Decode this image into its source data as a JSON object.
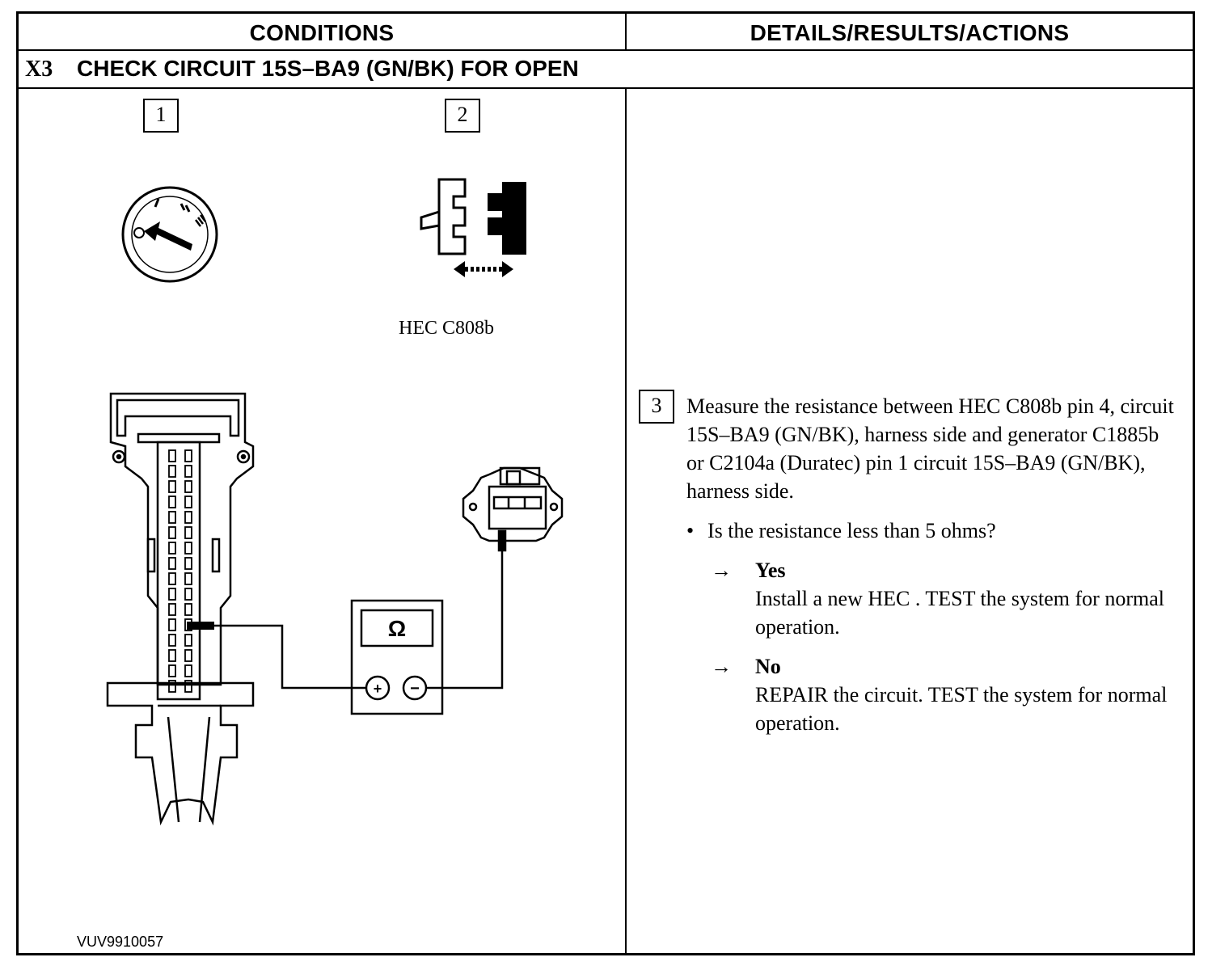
{
  "header": {
    "conditions": "CONDITIONS",
    "details": "DETAILS/RESULTS/ACTIONS"
  },
  "test": {
    "code": "X3",
    "title": "CHECK CIRCUIT 15S–BA9 (GN/BK) FOR OPEN"
  },
  "steps": {
    "step1": "1",
    "step2": "2",
    "step3": "3"
  },
  "diagram": {
    "hec_label": "HEC C808b",
    "meter_symbol": "Ω",
    "plus_symbol": "+",
    "minus_symbol": "−",
    "ignition_labels": {
      "off": "0",
      "i": "I",
      "ii": "II",
      "iii": "III"
    },
    "figure_id": "VUV9910057"
  },
  "details": {
    "instruction": "Measure the resistance between HEC C808b pin 4, circuit 15S–BA9 (GN/BK), harness side and generator C1885b or C2104a (Duratec) pin 1 circuit 15S–BA9 (GN/BK), harness side.",
    "question": "Is the resistance less than 5 ohms?",
    "arrow": "→",
    "yes_label": "Yes",
    "yes_action": "Install a new HEC . TEST the system for normal operation.",
    "no_label": "No",
    "no_action": "REPAIR the circuit. TEST the system for normal operation."
  }
}
